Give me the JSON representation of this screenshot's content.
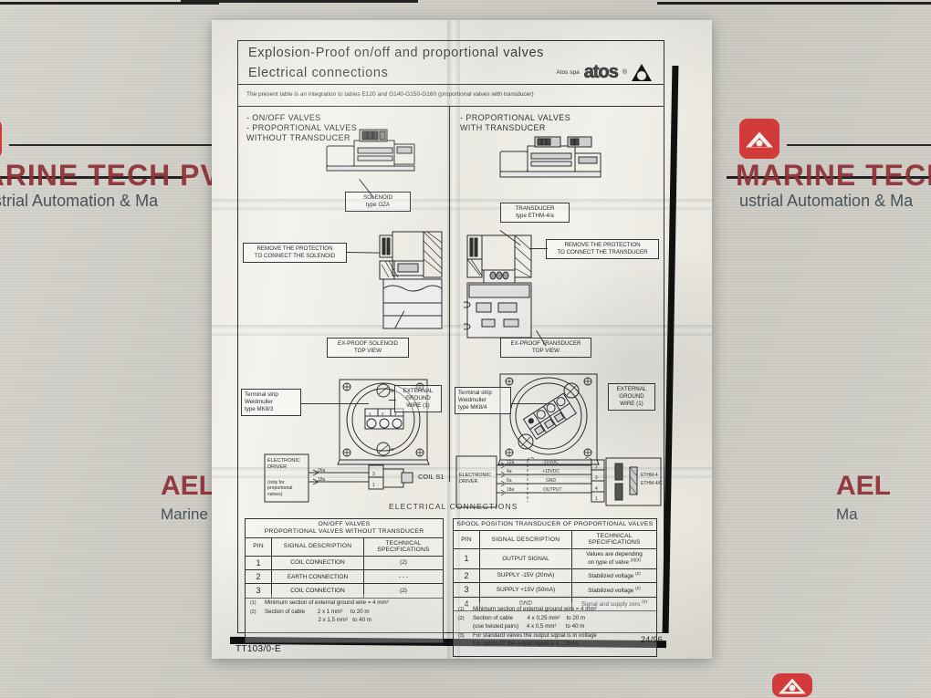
{
  "scene": {
    "description": "Photograph of a folded Atos technical leaflet lying on a ruled grey surface printed with company watermarks"
  },
  "background": {
    "watermarks": [
      {
        "name": "MARINE TECH PVT",
        "sub": "Industrial Automation & Ma",
        "logo": "marine-tech-logo"
      },
      {
        "name": "MARINE TECH PVT",
        "sub": "ustrial Automation & Ma",
        "logo": "marine-tech-logo"
      },
      {
        "name": "AEL",
        "sub": "Marine",
        "logo": "ael-logo"
      },
      {
        "name": "AEL",
        "sub": "Ma",
        "logo": "ael-logo"
      }
    ],
    "accent_red": "#d32f2f",
    "accent_maroon": "#8e2f35",
    "surface_color": "#cdcbc4"
  },
  "document": {
    "title_line1": "Explosion-Proof on/off and proportional valves",
    "title_line2": "Electrical connections",
    "company": "Atos spa",
    "logo_word": "atos",
    "logo_reg": "®",
    "intro": "The present table is an integration to tables E120 and G140-G150-G160 (proportional valves with transducer)",
    "doc_code": "TT103/0-E",
    "revision": "24/96",
    "section_title": "ELECTRICAL CONNECTIONS"
  },
  "left_column": {
    "heading": "- ON/OFF VALVES\n- PROPORTIONAL VALVES\n   WITHOUT TRANSDUCER",
    "callouts": [
      {
        "key": "solenoid",
        "text": "SOLENOID\ntype OZA"
      },
      {
        "key": "remove-protection",
        "text": "REMOVE THE PROTECTION\nTO CONNECT THE SOLENOID"
      },
      {
        "key": "ex-proof-top-view",
        "text": "EX-PROOF SOLENOID\nTOP VIEW"
      },
      {
        "key": "terminal-strip",
        "text": "Terminal strip\nWeidmuller\ntype MK8/3"
      },
      {
        "key": "external-ground",
        "text": "EXTERNAL\nGROUND\nWIRE (1)"
      },
      {
        "key": "electronic-driver",
        "text": "ELECTRONIC\nDRIVER"
      },
      {
        "key": "driver-note",
        "text": "(only for\nproportional\nvalves)"
      },
      {
        "key": "coil",
        "text": "COIL S1"
      }
    ],
    "terminal_pins": [
      "1",
      "2",
      "3"
    ],
    "driver_wires": [
      "26a",
      "18a"
    ],
    "coil_terminals": [
      "3",
      "1"
    ]
  },
  "right_column": {
    "heading": "- PROPORTIONAL VALVES\n  WITH TRANSDUCER",
    "callouts": [
      {
        "key": "transducer",
        "text": "TRANSDUCER\ntype ETHM-4/a"
      },
      {
        "key": "remove-protection",
        "text": "REMOVE THE PROTECTION\nTO CONNECT THE TRANSDUCER"
      },
      {
        "key": "ex-proof-top-view",
        "text": "EX-PROOF TRANSDUCER\nTOP VIEW"
      },
      {
        "key": "terminal-strip",
        "text": "Terminal strip\nWeidmuller\ntype MK8/4"
      },
      {
        "key": "external-ground",
        "text": "EXTERNAL\nGROUND\nWIRE (1)"
      },
      {
        "key": "electronic-driver",
        "text": "ELECTRONIC\nDRIVER"
      },
      {
        "key": "transducer-types",
        "text": "ETHM-4\nETHM-4/C"
      }
    ],
    "driver_wires": [
      "12a",
      "4a",
      "6a",
      "18a"
    ],
    "signal_labels": [
      "-15VDC",
      "+15VDC",
      "GND",
      "OUTPUT"
    ],
    "strip_terminals": [
      "2",
      "3",
      "4",
      "1"
    ]
  },
  "table_left": {
    "title_line1": "ON/OFF VALVES",
    "title_line2": "PROPORTIONAL VALVES WITHOUT TRANSDUCER",
    "columns": [
      "PIN",
      "SIGNAL DESCRIPTION",
      "TECHNICAL SPECIFICATIONS"
    ],
    "rows": [
      {
        "pin": "1",
        "signal": "COIL CONNECTION",
        "spec": "(2)"
      },
      {
        "pin": "2",
        "signal": "EARTH CONNECTION",
        "spec": "- - -"
      },
      {
        "pin": "3",
        "signal": "COIL CONNECTION",
        "spec": "(2)"
      }
    ],
    "footnotes": [
      {
        "marker": "(1)",
        "text": "Minimum section of external ground wire = 4 mm²"
      },
      {
        "marker": "(2)",
        "text": "Section of cable        2 x 1 mm²     to 20 m"
      },
      {
        "marker": "",
        "text": "                                  2 x 1,5 mm²   to 40 m"
      }
    ]
  },
  "table_right": {
    "title_line1": "SPOOL POSITION TRANSDUCER OF PROPORTIONAL VALVES",
    "columns": [
      "PIN",
      "SIGNAL DESCRIPTION",
      "TECHNICAL SPECIFICATIONS"
    ],
    "rows": [
      {
        "pin": "1",
        "signal": "OUTPUT SIGNAL",
        "spec": "Values are depending\non type of valve",
        "spec_ref": "(2)(3)"
      },
      {
        "pin": "2",
        "signal": "SUPPLY -15V (20mA)",
        "spec": "Stabilized voltage",
        "spec_ref": "(2)"
      },
      {
        "pin": "3",
        "signal": "SUPPLY +15V (50mA)",
        "spec": "Stabilized voltage",
        "spec_ref": "(2)"
      },
      {
        "pin": "4",
        "signal": "GND",
        "spec": "Signal and supply zero",
        "spec_ref": "(2)"
      }
    ],
    "footnotes": [
      {
        "marker": "(1)",
        "text": "Minimum section of external ground wire = 4 mm²"
      },
      {
        "marker": "(2)",
        "text": "Section of cable         4 x 0,25 mm²    to 20 m"
      },
      {
        "marker": "",
        "text": "(use twisted pairs)     4 x 0,5 mm²      to 40 m"
      },
      {
        "marker": "(3)",
        "text": "For standard valves the output signal is in voltage"
      },
      {
        "marker": "",
        "text": "For option /C the output signal is 4...20mA."
      }
    ]
  }
}
